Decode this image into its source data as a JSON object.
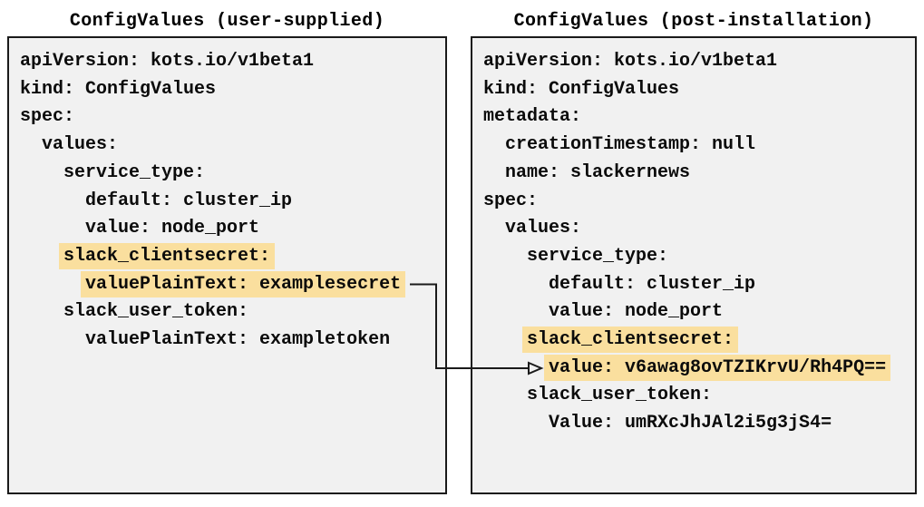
{
  "panels": [
    {
      "title": "ConfigValues (user-supplied)",
      "lines": [
        {
          "indent": 0,
          "text": "apiVersion: kots.io/v1beta1",
          "highlight": false
        },
        {
          "indent": 0,
          "text": "kind: ConfigValues",
          "highlight": false
        },
        {
          "indent": 0,
          "text": "spec:",
          "highlight": false
        },
        {
          "indent": 2,
          "text": "values:",
          "highlight": false
        },
        {
          "indent": 4,
          "text": "service_type:",
          "highlight": false
        },
        {
          "indent": 6,
          "text": "default: cluster_ip",
          "highlight": false
        },
        {
          "indent": 6,
          "text": "value: node_port",
          "highlight": false
        },
        {
          "indent": 4,
          "text": "slack_clientsecret:",
          "highlight": true
        },
        {
          "indent": 6,
          "text": "valuePlainText: examplesecret",
          "highlight": true
        },
        {
          "indent": 4,
          "text": "slack_user_token:",
          "highlight": false
        },
        {
          "indent": 6,
          "text": "valuePlainText: exampletoken",
          "highlight": false
        }
      ]
    },
    {
      "title": "ConfigValues (post-installation)",
      "lines": [
        {
          "indent": 0,
          "text": "apiVersion: kots.io/v1beta1",
          "highlight": false
        },
        {
          "indent": 0,
          "text": "kind: ConfigValues",
          "highlight": false
        },
        {
          "indent": 0,
          "text": "metadata:",
          "highlight": false
        },
        {
          "indent": 2,
          "text": "creationTimestamp: null",
          "highlight": false
        },
        {
          "indent": 2,
          "text": "name: slackernews",
          "highlight": false
        },
        {
          "indent": 0,
          "text": "spec:",
          "highlight": false
        },
        {
          "indent": 2,
          "text": "values:",
          "highlight": false
        },
        {
          "indent": 4,
          "text": "service_type:",
          "highlight": false
        },
        {
          "indent": 6,
          "text": "default: cluster_ip",
          "highlight": false
        },
        {
          "indent": 6,
          "text": "value: node_port",
          "highlight": false
        },
        {
          "indent": 4,
          "text": "slack_clientsecret:",
          "highlight": true
        },
        {
          "indent": 6,
          "text": "value: v6awag8ovTZIKrvU/Rh4PQ==",
          "highlight": true
        },
        {
          "indent": 4,
          "text": "slack_user_token:",
          "highlight": false
        },
        {
          "indent": 6,
          "text": "Value: umRXcJhJAl2i5g3jS4=",
          "highlight": false
        }
      ]
    }
  ],
  "colors": {
    "highlight": "#FADF9E",
    "panel_bg": "#F1F1F1",
    "border": "#1A1A1A",
    "arrow": "#1A1A1A",
    "page_bg": "#FFFFFF"
  }
}
